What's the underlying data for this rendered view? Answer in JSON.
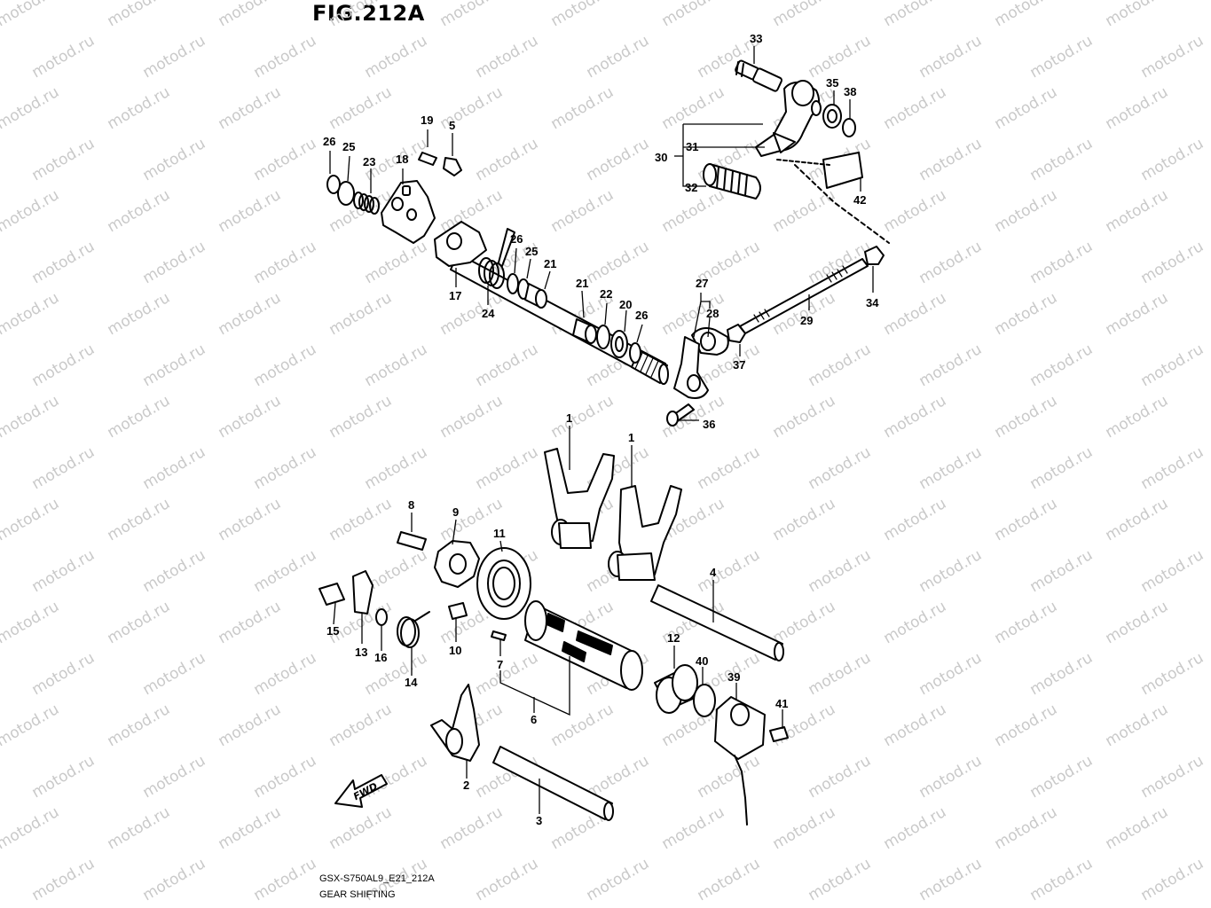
{
  "title": "FIG.212A",
  "diagram_code": "GSX-S750AL9_E21_212A",
  "caption": "GEAR SHIFTING",
  "direction_label": "FWD",
  "watermark_text": "motod.ru",
  "callouts": [
    {
      "id": "c33",
      "label": "33"
    },
    {
      "id": "c35",
      "label": "35"
    },
    {
      "id": "c38",
      "label": "38"
    },
    {
      "id": "c31",
      "label": "31"
    },
    {
      "id": "c30",
      "label": "30"
    },
    {
      "id": "c32",
      "label": "32"
    },
    {
      "id": "c42",
      "label": "42"
    },
    {
      "id": "c34",
      "label": "34"
    },
    {
      "id": "c29",
      "label": "29"
    },
    {
      "id": "c27",
      "label": "27"
    },
    {
      "id": "c28",
      "label": "28"
    },
    {
      "id": "c37",
      "label": "37"
    },
    {
      "id": "c36",
      "label": "36"
    },
    {
      "id": "c19",
      "label": "19"
    },
    {
      "id": "c5",
      "label": "5"
    },
    {
      "id": "c26a",
      "label": "26"
    },
    {
      "id": "c25a",
      "label": "25"
    },
    {
      "id": "c23",
      "label": "23"
    },
    {
      "id": "c18",
      "label": "18"
    },
    {
      "id": "c17",
      "label": "17"
    },
    {
      "id": "c24",
      "label": "24"
    },
    {
      "id": "c26b",
      "label": "26"
    },
    {
      "id": "c25b",
      "label": "25"
    },
    {
      "id": "c21a",
      "label": "21"
    },
    {
      "id": "c21b",
      "label": "21"
    },
    {
      "id": "c22",
      "label": "22"
    },
    {
      "id": "c20",
      "label": "20"
    },
    {
      "id": "c26c",
      "label": "26"
    },
    {
      "id": "c1a",
      "label": "1"
    },
    {
      "id": "c1b",
      "label": "1"
    },
    {
      "id": "c8",
      "label": "8"
    },
    {
      "id": "c9",
      "label": "9"
    },
    {
      "id": "c11",
      "label": "11"
    },
    {
      "id": "c4",
      "label": "4"
    },
    {
      "id": "c15",
      "label": "15"
    },
    {
      "id": "c13",
      "label": "13"
    },
    {
      "id": "c16",
      "label": "16"
    },
    {
      "id": "c14",
      "label": "14"
    },
    {
      "id": "c10",
      "label": "10"
    },
    {
      "id": "c7",
      "label": "7"
    },
    {
      "id": "c6",
      "label": "6"
    },
    {
      "id": "c12",
      "label": "12"
    },
    {
      "id": "c40",
      "label": "40"
    },
    {
      "id": "c39",
      "label": "39"
    },
    {
      "id": "c41",
      "label": "41"
    },
    {
      "id": "c2",
      "label": "2"
    },
    {
      "id": "c3",
      "label": "3"
    }
  ]
}
